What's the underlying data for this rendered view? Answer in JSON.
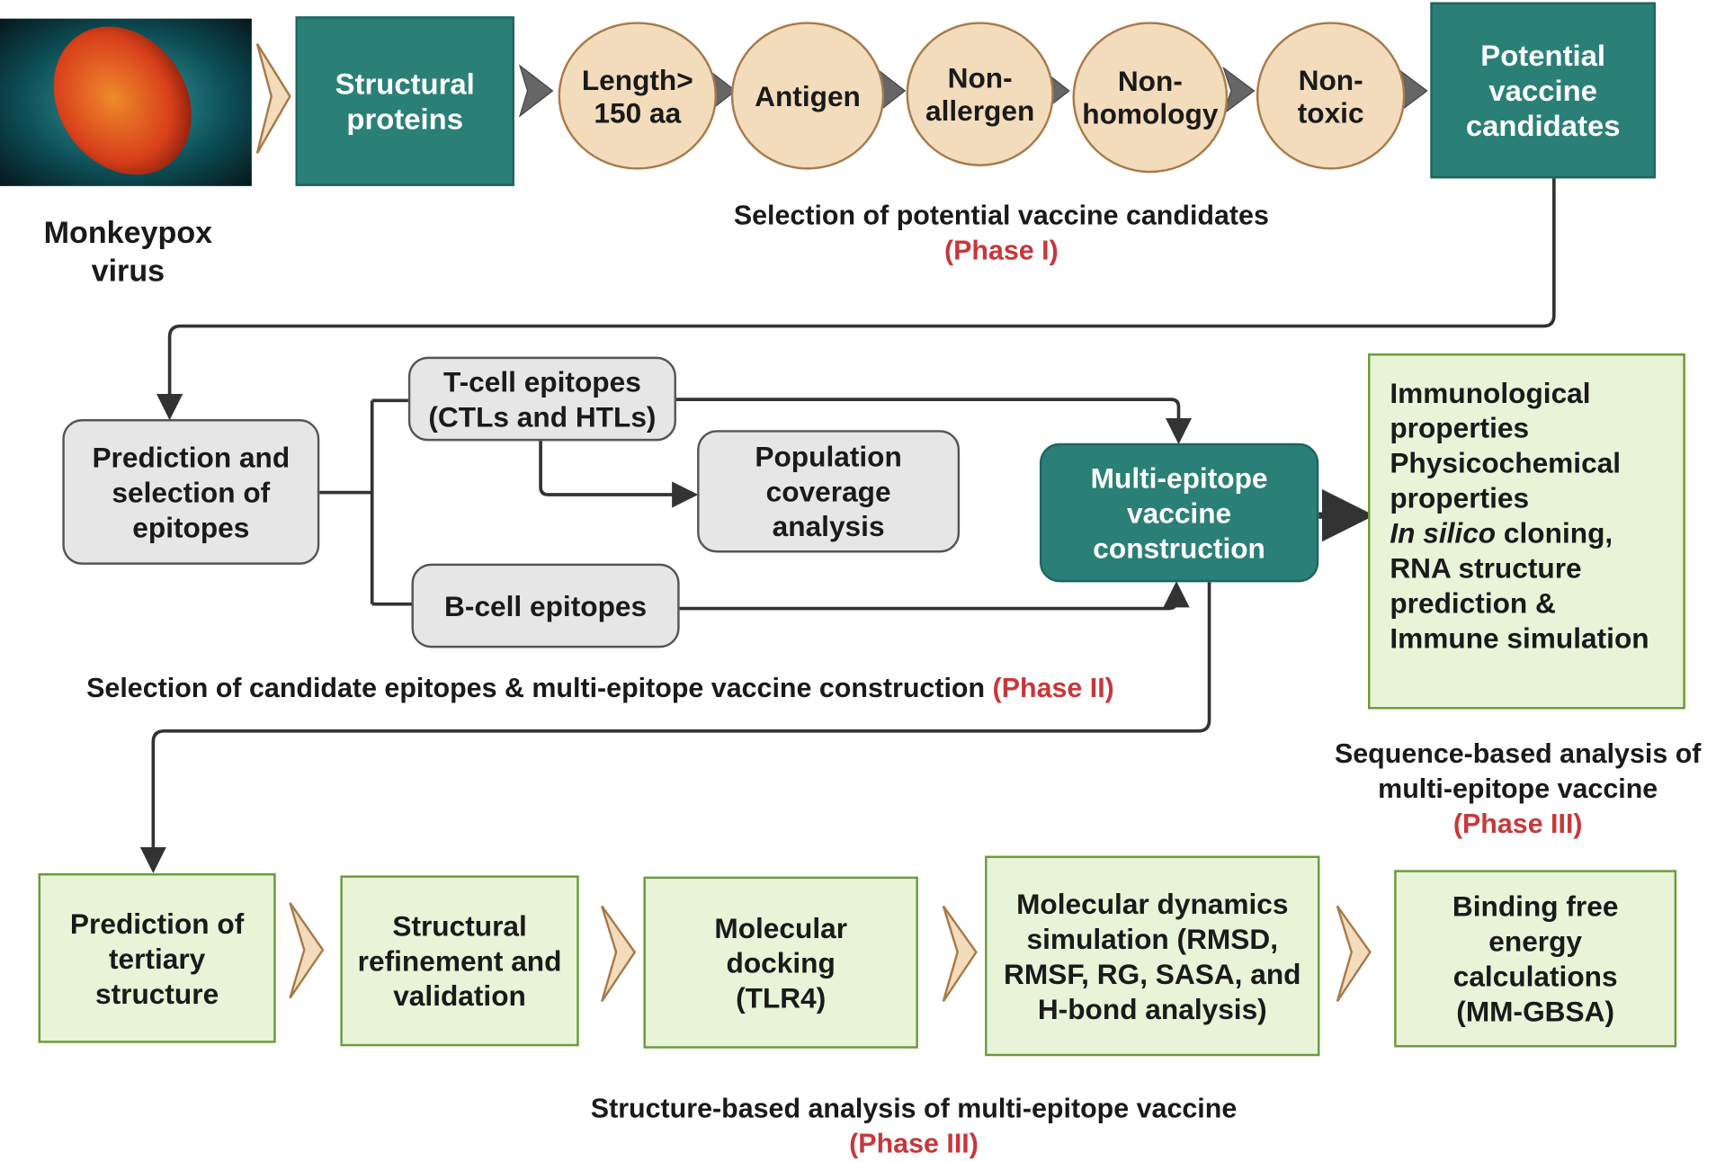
{
  "phase1": {
    "virus_label": "Monkeypox virus",
    "structural": "Structural proteins",
    "filters": [
      "Length> 150 aa",
      "Antigen",
      "Non-allergen",
      "Non-homology",
      "Non-toxic"
    ],
    "candidates": "Potential vaccine candidates",
    "caption": "Selection of potential vaccine candidates",
    "phase": "(Phase I)"
  },
  "phase2": {
    "prediction": "Prediction and selection of epitopes",
    "tcell": "T-cell epitopes (CTLs and HTLs)",
    "bcell": "B-cell epitopes",
    "population": "Population coverage analysis",
    "construction": "Multi-epitope vaccine construction",
    "caption": "Selection of candidate epitopes & multi-epitope vaccine construction",
    "phase": "(Phase II)"
  },
  "sequence": {
    "lines": [
      "Immunological properties",
      "Physicochemical properties"
    ],
    "italic": "In silico",
    "cloning": " cloning,",
    "rest": "RNA structure prediction & Immune simulation",
    "caption1": "Sequence-based analysis of",
    "caption2": "multi-epitope vaccine",
    "phase": "(Phase III)"
  },
  "structure": {
    "steps": [
      "Prediction of tertiary structure",
      "Structural refinement and validation",
      "Molecular docking (TLR4)",
      "Molecular dynamics simulation (RMSD, RMSF, RG, SASA, and H-bond analysis)",
      "Binding free energy calculations (MM-GBSA)"
    ],
    "caption": "Structure-based analysis of multi-epitope vaccine",
    "phase": "(Phase III)"
  },
  "colors": {
    "teal": "#2a8077",
    "beige": "#f2dcbb",
    "green": "#e8f3d8",
    "red": "#c8373a"
  }
}
